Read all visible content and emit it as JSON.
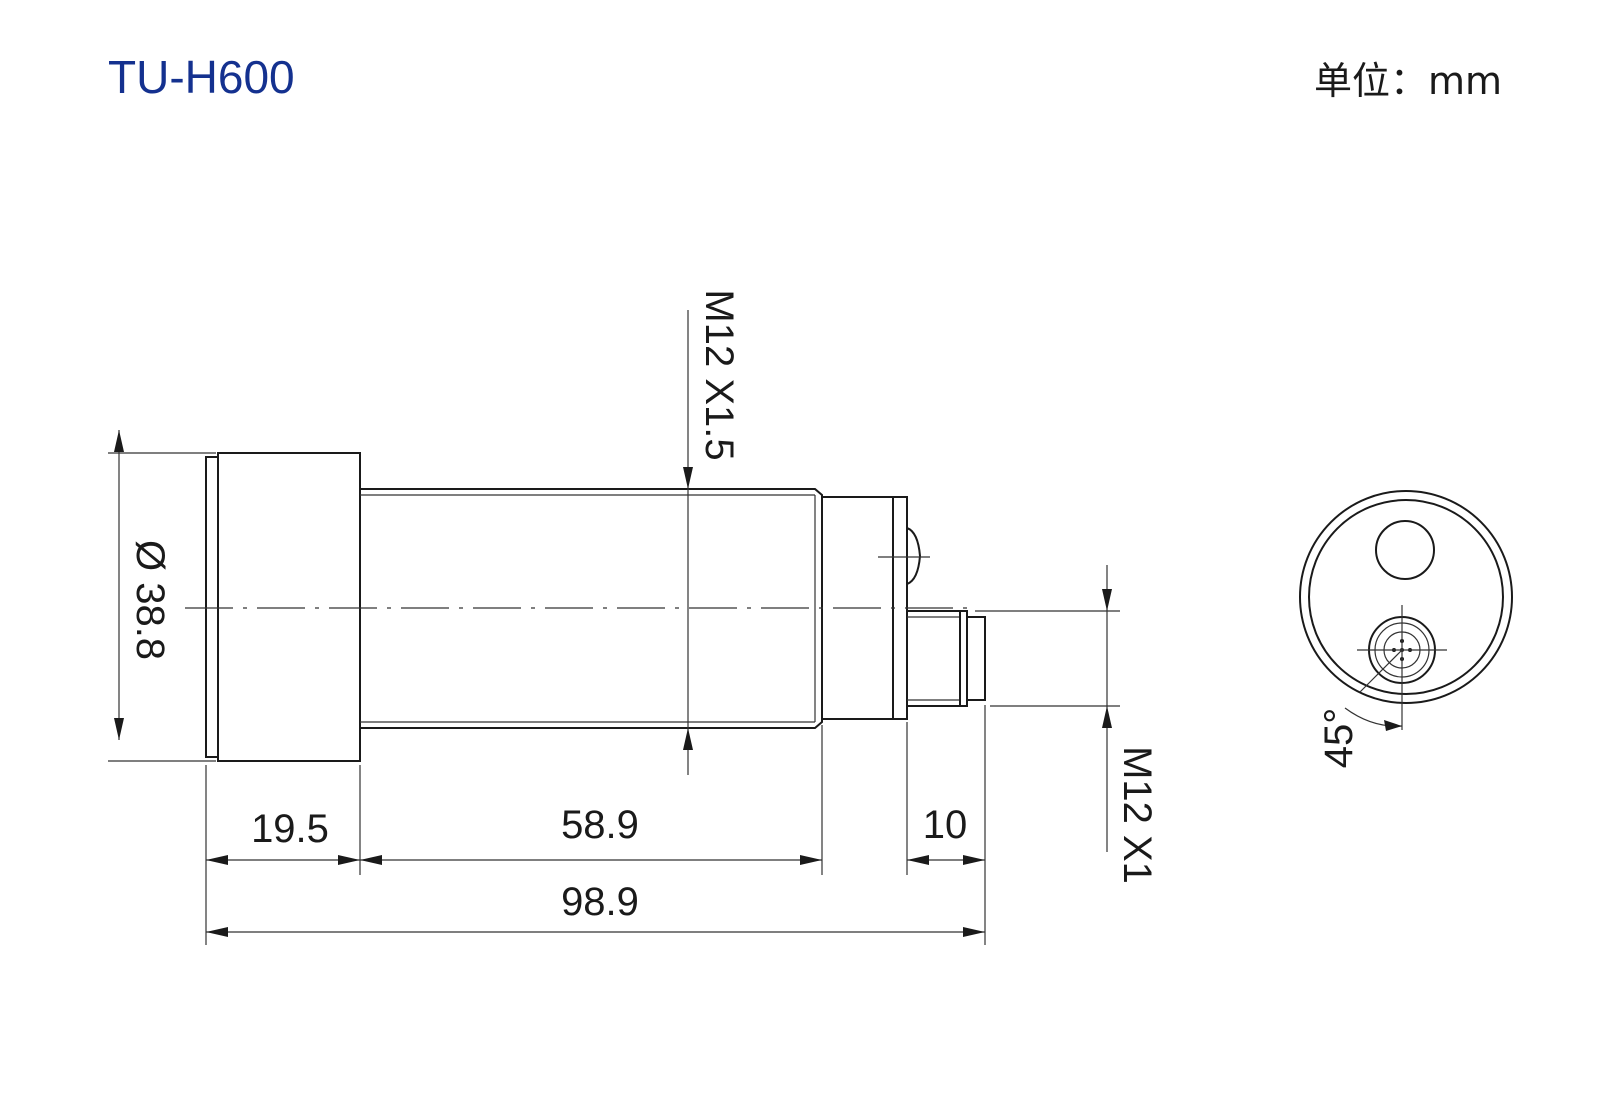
{
  "title": "TU-H600",
  "unit_label": "单位：mm",
  "dimensions": {
    "diameter": "Ø 38.8",
    "front_thread": "M12 X1.5",
    "connector_thread": "M12 X1",
    "len_head": "19.5",
    "len_body": "58.9",
    "len_connector": "10",
    "len_total": "98.9",
    "angle": "45°"
  }
}
